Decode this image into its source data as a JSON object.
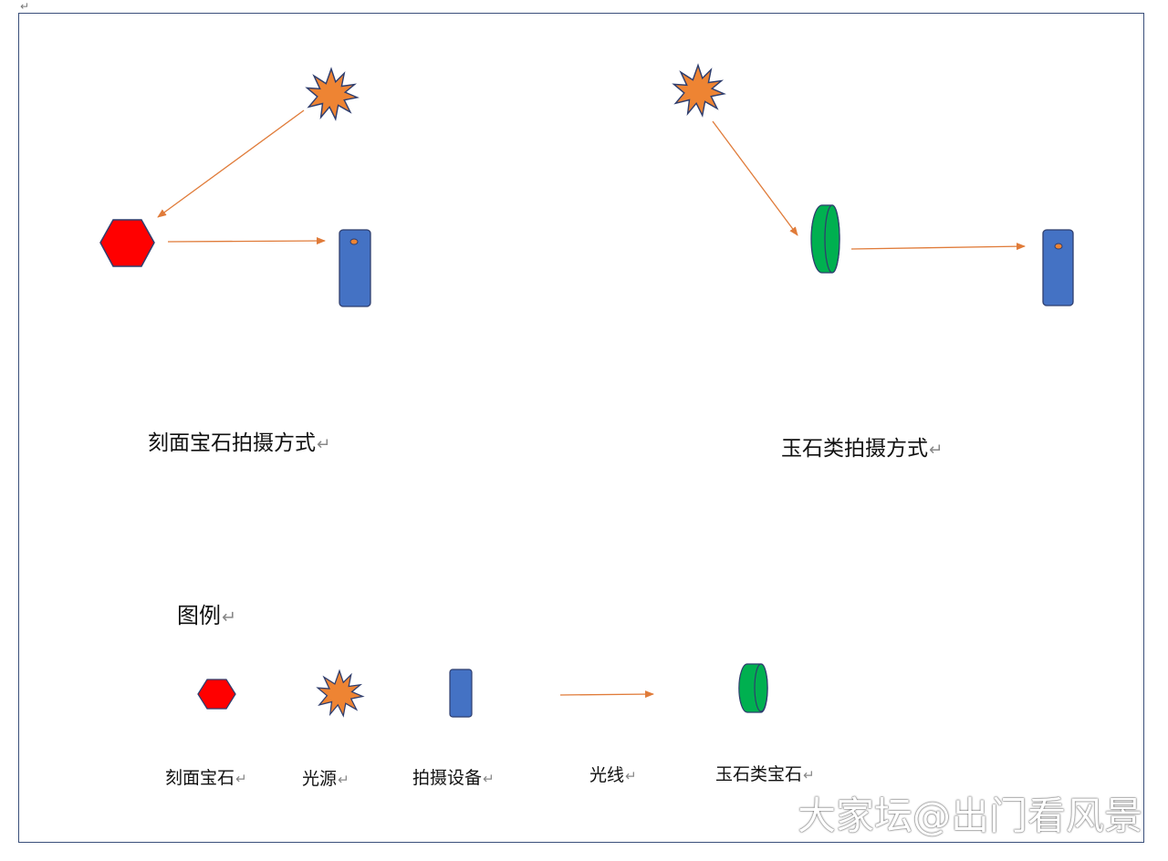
{
  "return_mark": "↵",
  "arrow_color": "#E07B39",
  "colors": {
    "gem": "#FF0000",
    "gem_outline": "#2F3E6E",
    "light": "#EE8433",
    "light_outline": "#2F3E6E",
    "camera": "#4472C4",
    "camera_lens": "#EE8433",
    "jade": "#00B050"
  },
  "left_diagram": {
    "caption": "刻面宝石拍摄方式"
  },
  "right_diagram": {
    "caption": "玉石类拍摄方式"
  },
  "legend": {
    "title": "图例",
    "items": [
      {
        "label": "刻面宝石",
        "icon": "red-hexagon-icon"
      },
      {
        "label": "光源",
        "icon": "starburst-icon"
      },
      {
        "label": "拍摄设备",
        "icon": "camera-icon"
      },
      {
        "label": "光线",
        "icon": "arrow-icon"
      },
      {
        "label": "玉石类宝石",
        "icon": "green-cylinder-icon"
      }
    ]
  },
  "watermark": "大家坛@出门看风景"
}
